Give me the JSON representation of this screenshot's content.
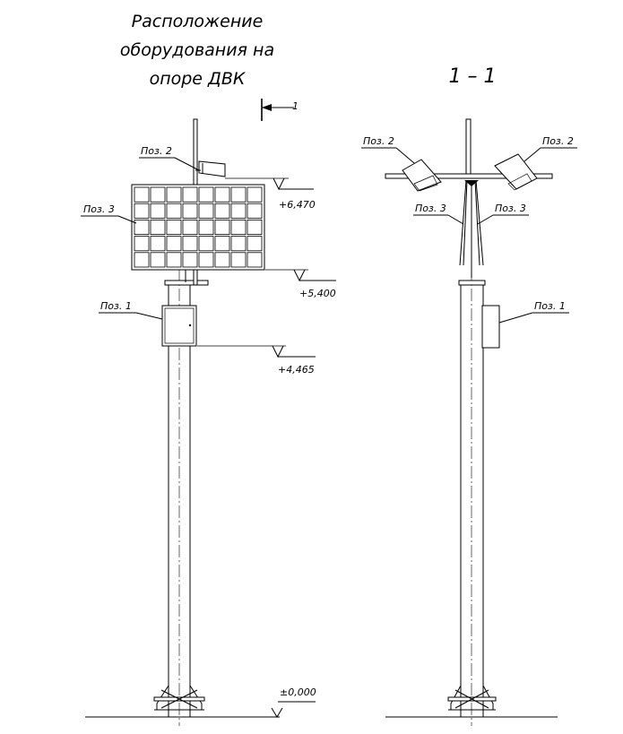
{
  "title": {
    "line1": "Расположение",
    "line2": "оборудования на",
    "line3": "опоре ДВК"
  },
  "section": {
    "title": "1 – 1",
    "marker": "1"
  },
  "left_view": {
    "labels": {
      "poz2": "Поз. 2",
      "poz3": "Поз. 3",
      "poz1": "Поз. 1"
    },
    "elevations": {
      "e6470": "+6,470",
      "e5400": "+5,400",
      "e4465": "+4,465",
      "e0": "±0,000"
    }
  },
  "right_view": {
    "labels": {
      "poz2_left": "Поз. 2",
      "poz2_right": "Поз. 2",
      "poz3_left": "Поз. 3",
      "poz3_right": "Поз. 3",
      "poz1": "Поз. 1"
    }
  }
}
